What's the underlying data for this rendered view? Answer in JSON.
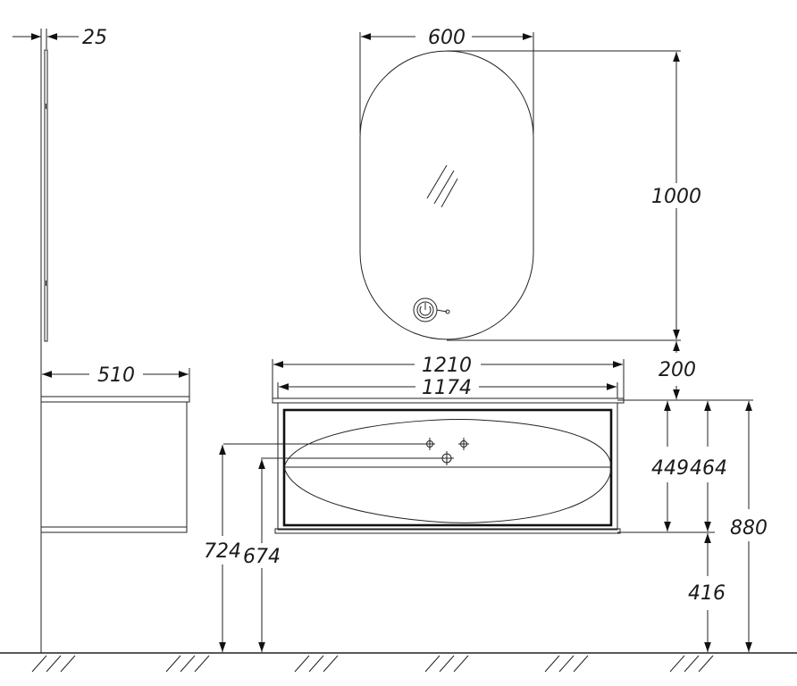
{
  "dimensions": {
    "mirror_depth": "25",
    "mirror_width": "600",
    "mirror_height": "1000",
    "gap_mirror_to_top": "200",
    "top_width": "1210",
    "cabinet_width": "1174",
    "cabinet_depth": "510",
    "inner_height": "449",
    "cabinet_height": "464",
    "total_height": "880",
    "floor_to_cabinet": "416",
    "tap_height": "724",
    "drain_height": "674"
  }
}
